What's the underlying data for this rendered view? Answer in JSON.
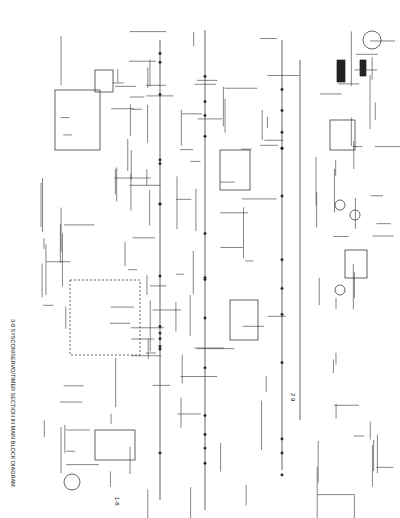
{
  "diagram": {
    "title": "3-8 SYSCON/SERVO/TIMER SECTION IN MAIN BLOCK DIAGRAM",
    "labels": [
      "2 9",
      "1-8"
    ]
  }
}
